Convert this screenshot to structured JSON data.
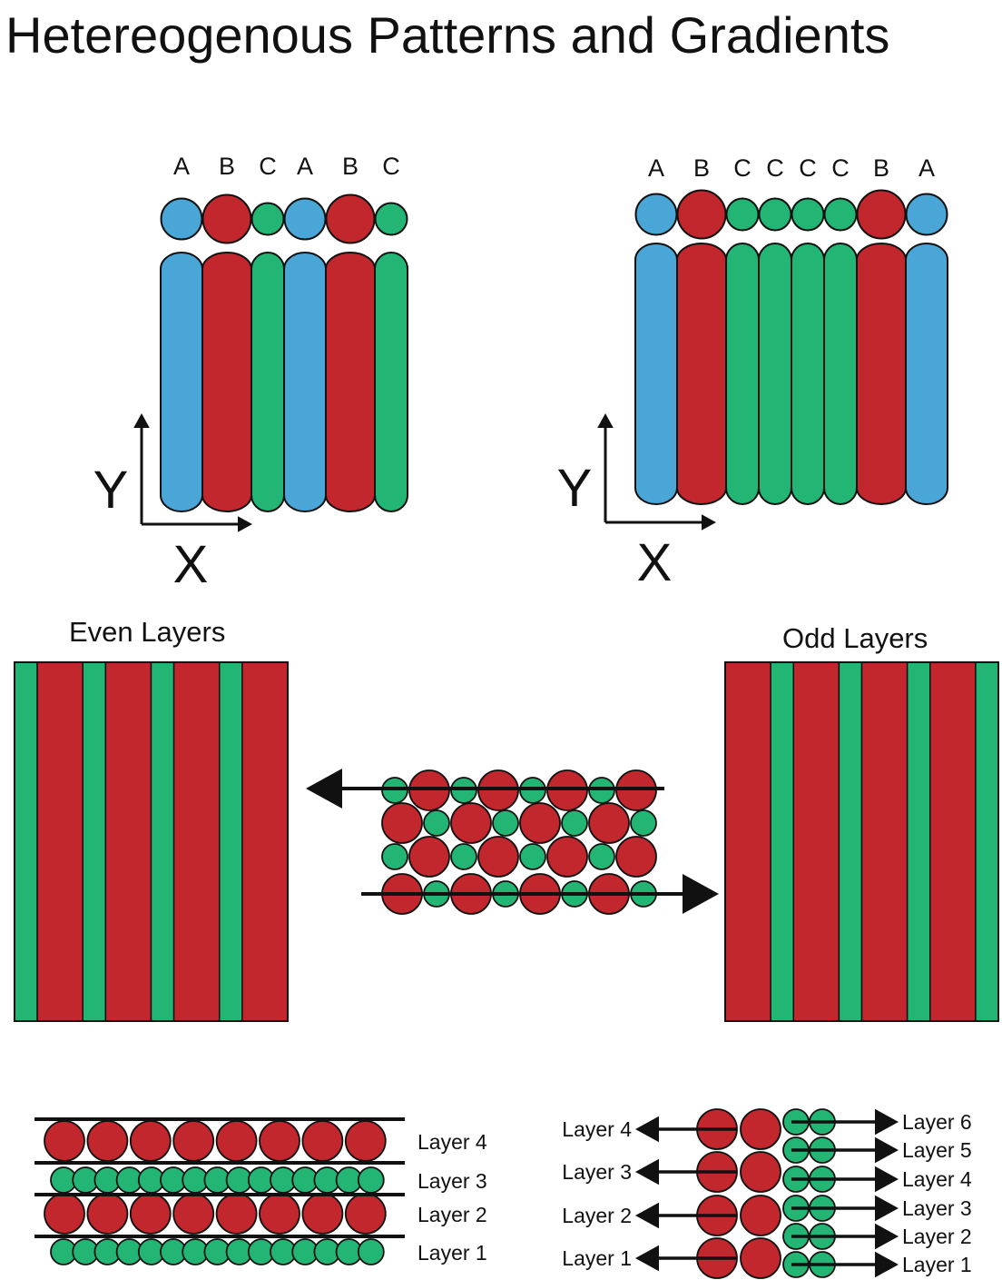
{
  "title": "Hetereogenous Patterns and Gradients",
  "colors": {
    "A": "#4aa6d6",
    "B": "#c1272d",
    "C": "#22b574",
    "outline": "#111111"
  },
  "top_left": {
    "sequence": [
      "A",
      "B",
      "C",
      "A",
      "B",
      "C"
    ],
    "y_axis": "Y",
    "x_axis": "X"
  },
  "top_right": {
    "sequence": [
      "A",
      "B",
      "C",
      "C",
      "C",
      "C",
      "B",
      "A"
    ],
    "y_axis": "Y",
    "x_axis": "X"
  },
  "even_panel": {
    "title": "Even Layers",
    "stripes": [
      "C",
      "B",
      "C",
      "B",
      "C",
      "B",
      "C",
      "B"
    ]
  },
  "odd_panel": {
    "title": "Odd Layers",
    "stripes": [
      "B",
      "C",
      "B",
      "C",
      "B",
      "C",
      "B",
      "C"
    ]
  },
  "center_stack": {
    "rows": [
      [
        "C",
        "B",
        "C",
        "B",
        "C",
        "B",
        "C",
        "B"
      ],
      [
        "B",
        "C",
        "B",
        "C",
        "B",
        "C",
        "B",
        "C"
      ],
      [
        "C",
        "B",
        "C",
        "B",
        "C",
        "B",
        "C",
        "B"
      ],
      [
        "B",
        "C",
        "B",
        "C",
        "B",
        "C",
        "B",
        "C"
      ]
    ]
  },
  "bottom_left": {
    "layers": [
      {
        "label": "Layer 4",
        "type": "B"
      },
      {
        "label": "Layer 3",
        "type": "C"
      },
      {
        "label": "Layer 2",
        "type": "B"
      },
      {
        "label": "Layer 1",
        "type": "C"
      }
    ]
  },
  "bottom_right": {
    "left_labels": [
      "Layer 4",
      "Layer 3",
      "Layer 2",
      "Layer 1"
    ],
    "right_labels": [
      "Layer 6",
      "Layer 5",
      "Layer 4",
      "Layer 3",
      "Layer 2",
      "Layer 1"
    ]
  }
}
